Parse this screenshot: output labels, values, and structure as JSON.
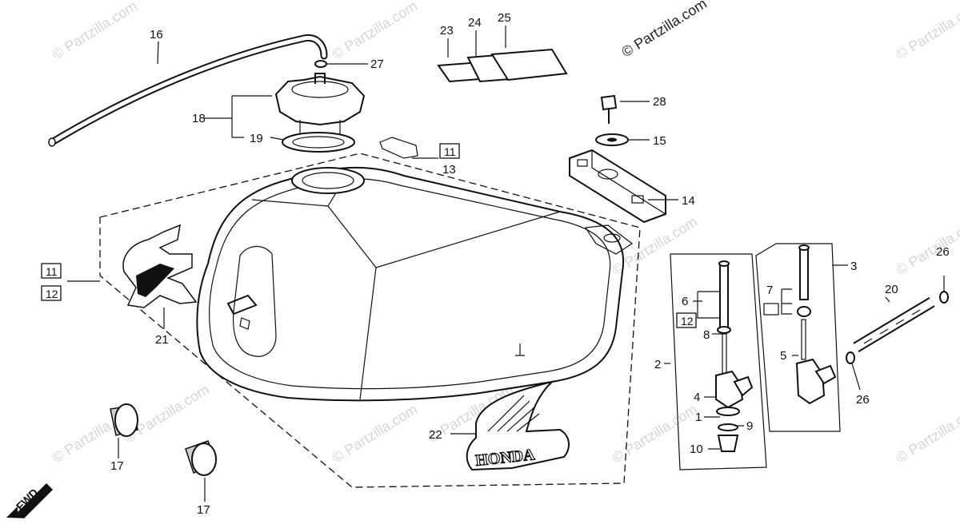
{
  "watermarks": {
    "main": "© Partzilla.com",
    "faint": "© Partzilla.com"
  },
  "fwd_label": "FWD",
  "callouts": {
    "p1": "1",
    "p2": "2",
    "p3": "3",
    "p4": "4",
    "p5": "5",
    "p6": "6",
    "p7": "7",
    "p8": "8",
    "p9": "9",
    "p10": "10",
    "p13": "13",
    "p14": "14",
    "p15": "15",
    "p16": "16",
    "p17a": "17",
    "p17b": "17",
    "p18": "18",
    "p19": "19",
    "p20": "20",
    "p21": "21",
    "p22": "22",
    "p23": "23",
    "p24": "24",
    "p25": "25",
    "p26a": "26",
    "p26b": "26",
    "p27": "27",
    "p28": "28"
  },
  "boxed_callouts": {
    "b11_top": "11",
    "b11_left": "11",
    "b12_left": "12",
    "b12_cock": "12"
  },
  "emblem_text": "HONDA"
}
